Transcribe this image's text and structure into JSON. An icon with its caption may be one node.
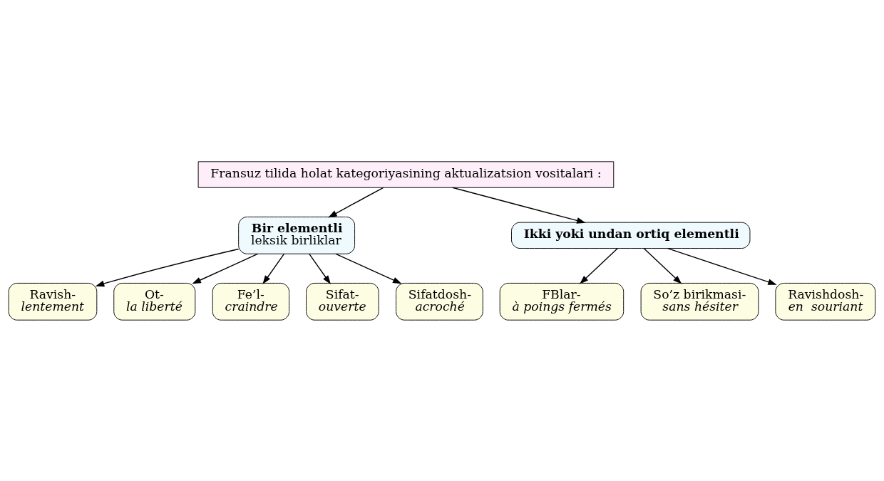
{
  "diagram": {
    "nodes": [
      {
        "text": [
          "Fransuz tilida holat kategoriyasining aktualizatsion vositalari :"
        ]
      },
      {
        "text": [
          "Bir elementli",
          "leksik birliklar"
        ]
      },
      {
        "text": [
          "Ikki yoki undan ortiq elementli"
        ]
      },
      {
        "text": [
          "Ravish-",
          "lentement"
        ]
      },
      {
        "text": [
          "Ot-",
          "la liberté"
        ]
      },
      {
        "text": [
          "Fe’l-",
          "craindre"
        ]
      },
      {
        "text": [
          "Sifat-",
          "ouverte"
        ]
      },
      {
        "text": [
          "Sifatdosh-",
          "acroché"
        ]
      },
      {
        "text": [
          "FBlar-",
          "à poings fermés"
        ]
      },
      {
        "text": [
          "So’z birikmasi-",
          "sans hésiter"
        ]
      },
      {
        "text": [
          "Ravishdosh-",
          "en  souriant"
        ]
      }
    ],
    "edges": [
      {
        "from": 0,
        "to": 1,
        "arrow": "to"
      },
      {
        "from": 0,
        "to": 2,
        "arrow": "to"
      },
      {
        "from": 1,
        "to": 3,
        "arrow": "to"
      },
      {
        "from": 1,
        "to": 5,
        "arrow": "to"
      },
      {
        "from": 1,
        "to": 7,
        "arrow": "to"
      },
      {
        "from": 1,
        "to": 6,
        "arrow": "to"
      },
      {
        "from": 1,
        "to": 4,
        "arrow": "to"
      },
      {
        "from": 2,
        "to": 8,
        "arrow": "to"
      },
      {
        "from": 2,
        "to": 10,
        "arrow": "to"
      },
      {
        "from": 2,
        "to": 9,
        "arrow": "to"
      }
    ]
  }
}
